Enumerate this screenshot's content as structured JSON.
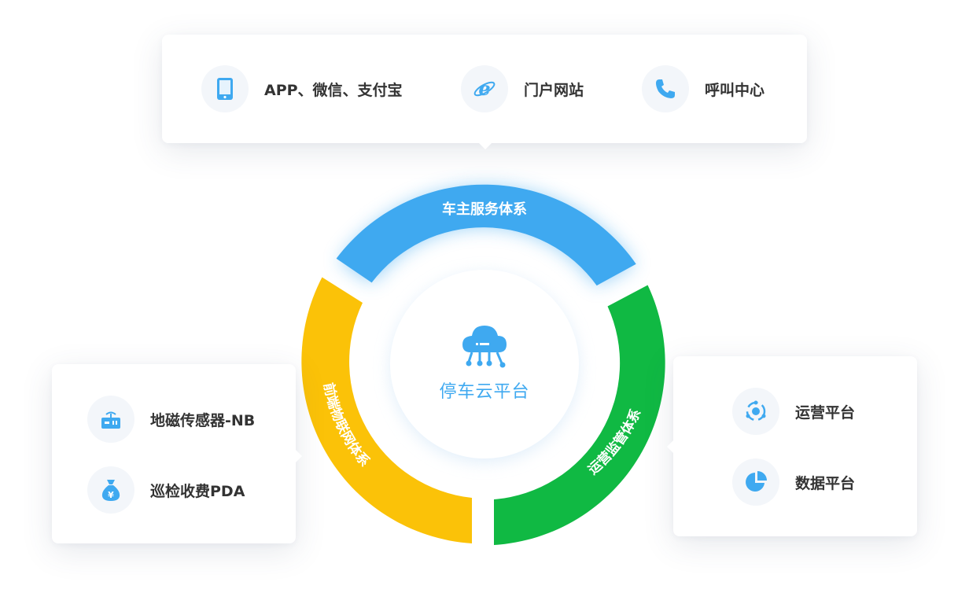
{
  "colors": {
    "service": "#3fa9f0",
    "iot": "#fbc208",
    "operation": "#10b943",
    "icon_blue": "#3fa9f0",
    "icon_bg": "#f3f6fa"
  },
  "center": {
    "title": "停车云平台",
    "icon": "cloud-circuit-icon"
  },
  "ring": {
    "service": "车主服务体系",
    "iot": "前端物联网体系",
    "operation": "运营监管体系"
  },
  "top_card": {
    "items": [
      {
        "label": "APP、微信、支付宝",
        "icon": "mobile-phone-icon"
      },
      {
        "label": "门户网站",
        "icon": "browser-ie-icon"
      },
      {
        "label": "呼叫中心",
        "icon": "telephone-icon"
      }
    ]
  },
  "left_card": {
    "items": [
      {
        "label": "地磁传感器-NB",
        "icon": "geomagnetic-sensor-icon"
      },
      {
        "label": "巡检收费PDA",
        "icon": "money-bag-icon"
      }
    ]
  },
  "right_card": {
    "items": [
      {
        "label": "运营平台",
        "icon": "operation-orbit-icon"
      },
      {
        "label": "数据平台",
        "icon": "pie-chart-icon"
      }
    ]
  }
}
